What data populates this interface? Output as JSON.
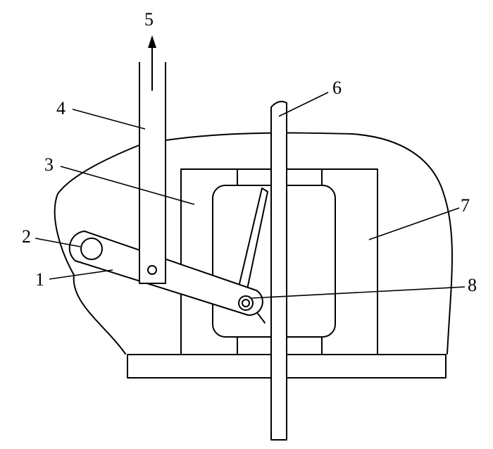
{
  "diagram": {
    "labels": {
      "l1": "1",
      "l2": "2",
      "l3": "3",
      "l4": "4",
      "l5": "5",
      "l6": "6",
      "l7": "7",
      "l8": "8"
    },
    "colors": {
      "stroke": "#000000",
      "background": "#ffffff"
    }
  }
}
